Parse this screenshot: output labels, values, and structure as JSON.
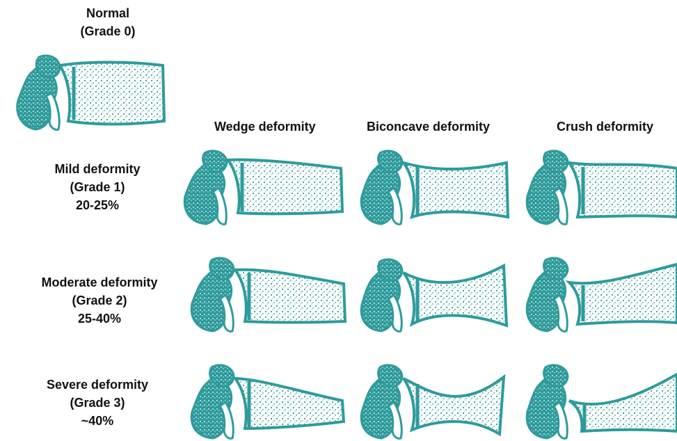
{
  "normal": {
    "title": "Normal",
    "grade": "(Grade 0)"
  },
  "columns": [
    "Wedge deformity",
    "Biconcave deformity",
    "Crush deformity"
  ],
  "rows": [
    {
      "name": "Mild deformity",
      "grade": "(Grade 1)",
      "range": "20-25%"
    },
    {
      "name": "Moderate deformity",
      "grade": "(Grade 2)",
      "range": "25-40%"
    },
    {
      "name": "Severe deformity",
      "grade": "(Grade 3)",
      "range": "~40%"
    }
  ],
  "colors": {
    "bone": "#2e9b9b",
    "bone_dark": "#1f7f80",
    "bone_light": "#b9e2e0"
  }
}
